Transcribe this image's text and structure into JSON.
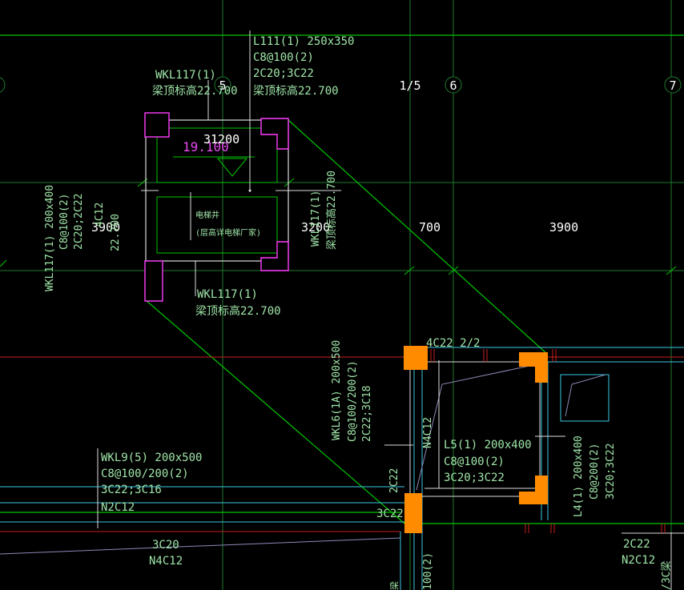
{
  "canvas": {
    "background": "#000000"
  },
  "colors": {
    "axis_line": "#1f7a2e",
    "green_line": "#00c800",
    "beam_white": "#dcdcdc",
    "column_orange": "#ff8c00",
    "column_magenta": "#ff3cff",
    "cyan_rebar": "#3cc8e6",
    "text_green": "#9fe5a8",
    "text_white": "#ffffff",
    "text_magenta": "#e64cf0",
    "red_line": "#c81e1e"
  },
  "axes": {
    "a5": "5",
    "a1_5": "1/5",
    "a6": "6",
    "a7": "7"
  },
  "dims": {
    "d31200": "31200",
    "d3900_left": "3900",
    "d3200": "3200",
    "d700": "700",
    "d3900_right": "3900"
  },
  "elevation": "19.100",
  "labels": {
    "l111": [
      "L111(1) 250x350",
      "C8@100(2)",
      "2C20;3C22",
      "梁顶标高22.700"
    ],
    "wkl117_top": [
      "WKL117(1)",
      "梁顶标高22.700"
    ],
    "wkl117_left": [
      "WKL117(1) 200x400",
      "C8@100(2)",
      "2C20;2C22",
      "4C12",
      "22.700"
    ],
    "wkl117_right": [
      "WKL117(1)",
      "梁顶标高22.700"
    ],
    "wkl117_bottom": [
      "WKL117(1)",
      "梁顶标高22.700"
    ],
    "shaft_text": [
      "电梯井",
      "(层高详电梯厂家)"
    ],
    "rebar_4c22": "4C22 2/2",
    "wkl6": [
      "WKL6(1A) 200x500",
      "C8@100/200(2)",
      "2C22;3C18"
    ],
    "n4c12_v": "N4C12",
    "l5": [
      "L5(1) 200x400",
      "C8@100(2)",
      "3C20;3C22"
    ],
    "l4": [
      "L4(1) 200x400",
      "C8@200(2)",
      "3C20;3C22"
    ],
    "wkl9": [
      "WKL9(5) 200x500",
      "C8@100/200(2)",
      "3C22;3C16",
      "N2C12"
    ],
    "c2c22_v": "2C22",
    "c3c22": "3C22",
    "c3c20": "3C20",
    "n4c12": "N4C12",
    "c2c22_r": "2C22",
    "n2c12_r": "N2C12",
    "bottom_v1": "100(2)",
    "bottom_v2": "梁",
    "bottom_v3": "/3C梁"
  }
}
